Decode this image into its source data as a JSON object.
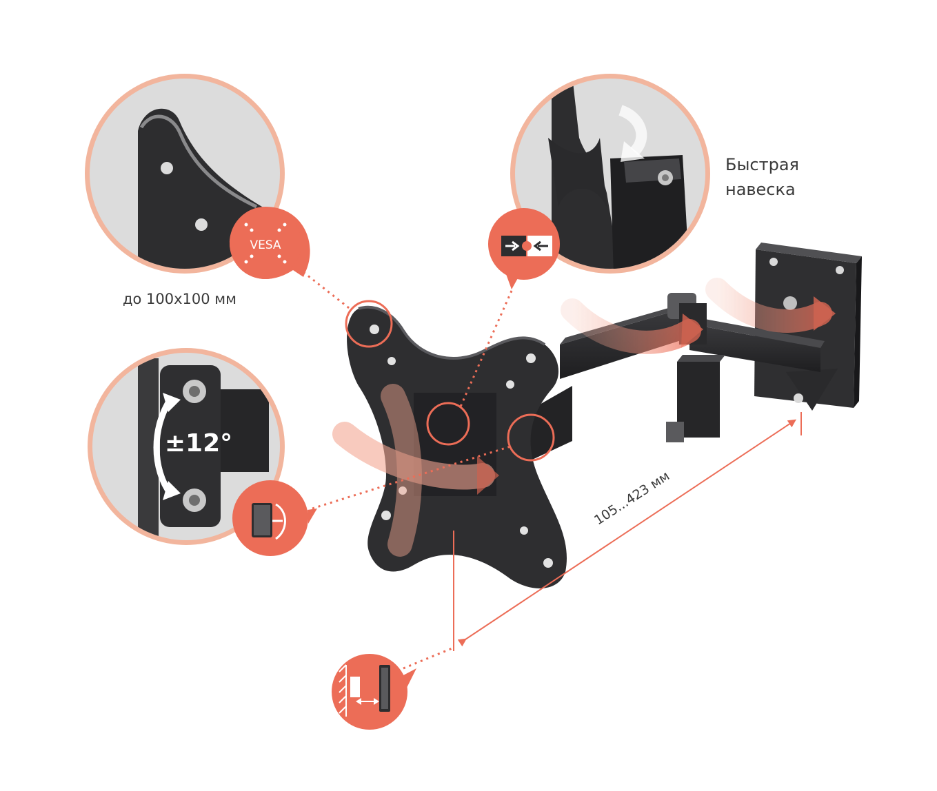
{
  "colors": {
    "accent": "#ec6d57",
    "ring": "#f2b59d",
    "metal": "#2c2c2e",
    "lens_bg": "#dcdcdc"
  },
  "callouts": {
    "vesa": {
      "badge_text": "VESA",
      "caption": "до 100x100 мм"
    },
    "quick_mount": {
      "caption_line1": "Быстрая",
      "caption_line2": "навеска",
      "icon": "quick-mount-icon"
    },
    "tilt": {
      "angle_text": "±12°",
      "icon": "tilt-monitor-icon"
    },
    "extension": {
      "length_text": "105...423 мм",
      "icon": "wall-distance-icon"
    }
  }
}
